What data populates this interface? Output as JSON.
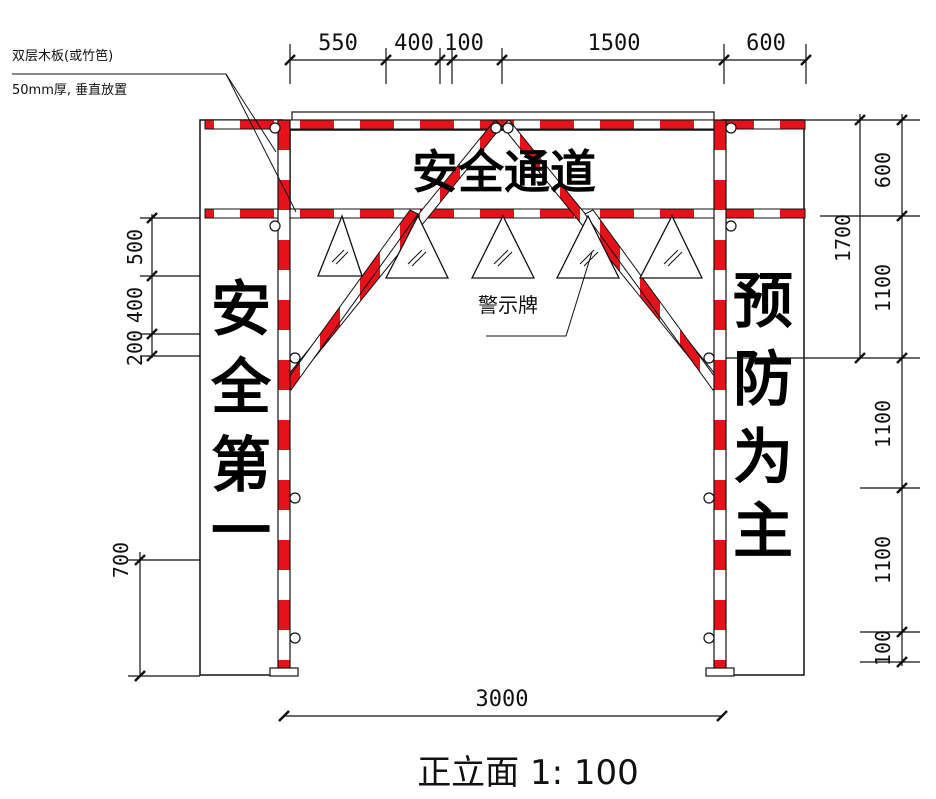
{
  "banner": {
    "text": "安全通道"
  },
  "left_panel": {
    "chars": [
      "安",
      "全",
      "第",
      "一"
    ]
  },
  "right_panel": {
    "chars": [
      "预",
      "防",
      "为",
      "主"
    ]
  },
  "sign_label": "警示牌",
  "notes": {
    "line1": "双层木板(或竹笆)",
    "line2": "50mm厚, 垂直放置"
  },
  "dims": {
    "top": [
      "550",
      "400",
      "100",
      "1500",
      "600"
    ],
    "bottom": "3000",
    "right": [
      "600",
      "1700",
      "1100",
      "1100",
      "1100",
      "100"
    ],
    "left": [
      "500",
      "400",
      "200",
      "700"
    ]
  },
  "caption": "正立面 1: 100",
  "colors": {
    "stripe_red": "#e5121b",
    "line": "#111111",
    "white": "#ffffff"
  }
}
